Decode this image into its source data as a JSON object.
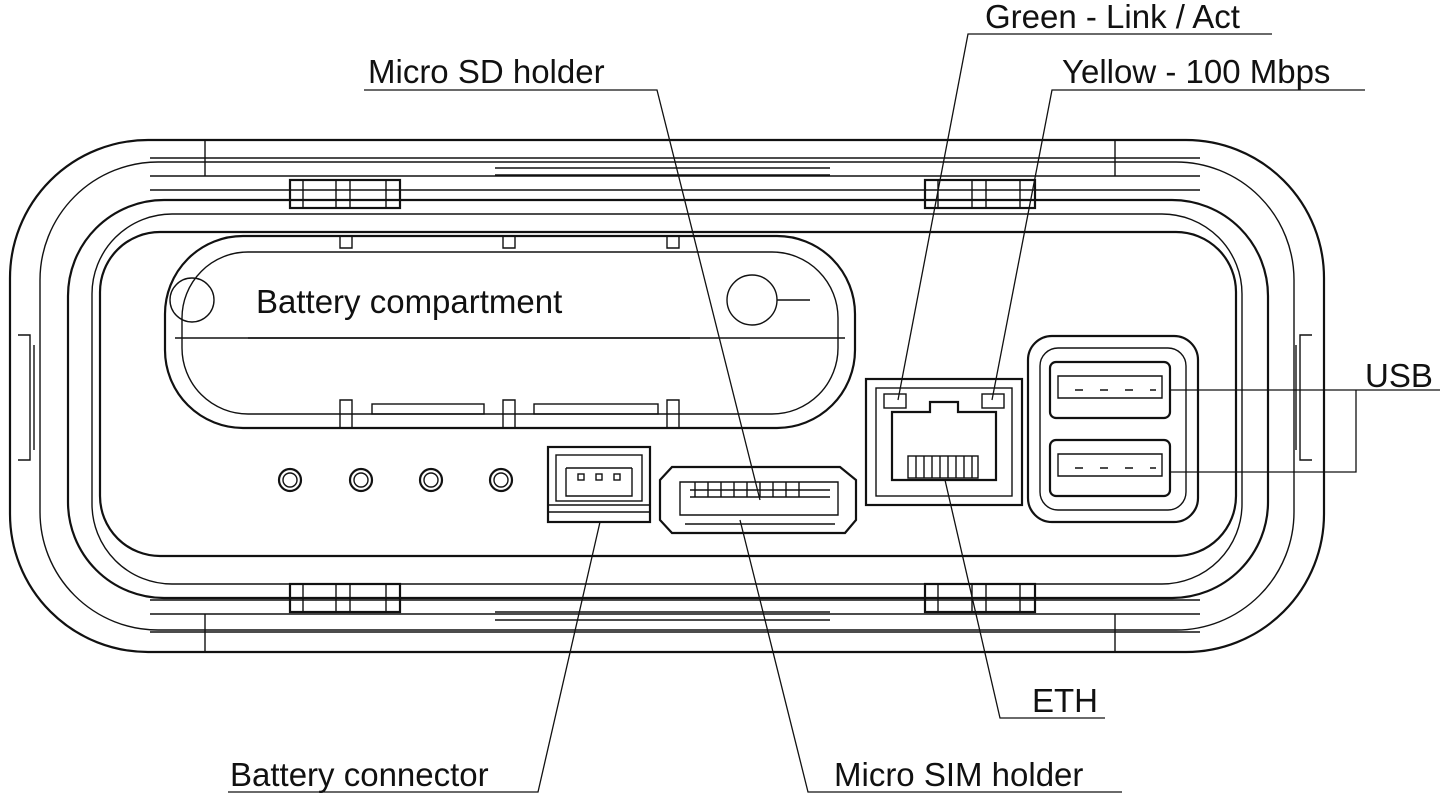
{
  "labels": {
    "green_link_act": "Green - Link / Act",
    "micro_sd_holder": "Micro SD holder",
    "yellow_100mbps": "Yellow - 100 Mbps",
    "battery_compartment": "Battery compartment",
    "usb": "USB",
    "eth": "ETH",
    "battery_connector": "Battery connector",
    "micro_sim_holder": "Micro SIM holder"
  }
}
